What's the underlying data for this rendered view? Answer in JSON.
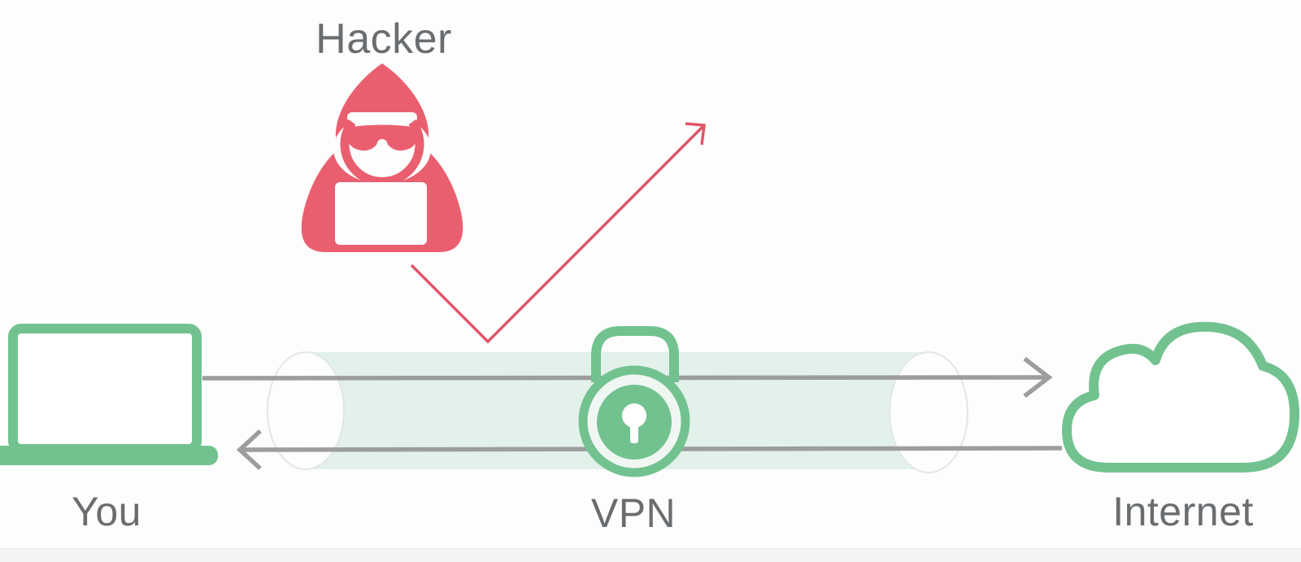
{
  "diagram": {
    "type": "vpn-security-diagram",
    "nodes": {
      "hacker": {
        "label": "Hacker",
        "icon": "hacker-icon"
      },
      "you": {
        "label": "You",
        "icon": "laptop-icon"
      },
      "vpn": {
        "label": "VPN",
        "icon": "padlock-icon"
      },
      "internet": {
        "label": "Internet",
        "icon": "cloud-icon"
      }
    },
    "tunnel": {
      "name": "encrypted-tunnel",
      "shape": "cylinder",
      "fill": "#DFF0E8"
    },
    "edges": [
      {
        "from": "you",
        "to": "internet",
        "direction": "right",
        "style": "solid-gray",
        "through": "encrypted-tunnel"
      },
      {
        "from": "internet",
        "to": "you",
        "direction": "left",
        "style": "solid-gray",
        "through": "encrypted-tunnel"
      },
      {
        "from": "hacker",
        "to": "encrypted-tunnel",
        "result": "deflected",
        "style": "thin-red-arrow"
      }
    ]
  },
  "colors": {
    "node_green": "#72C290",
    "hacker_red": "#EA5F6F",
    "attack_arrow_red": "#E15568",
    "tunnel_fill": "#DFF0E8",
    "arrow_gray": "#9D9D9D",
    "label_gray": "#6A6D70",
    "background": "#FDFDFD",
    "bottom_strip": "#F3F4F6"
  }
}
